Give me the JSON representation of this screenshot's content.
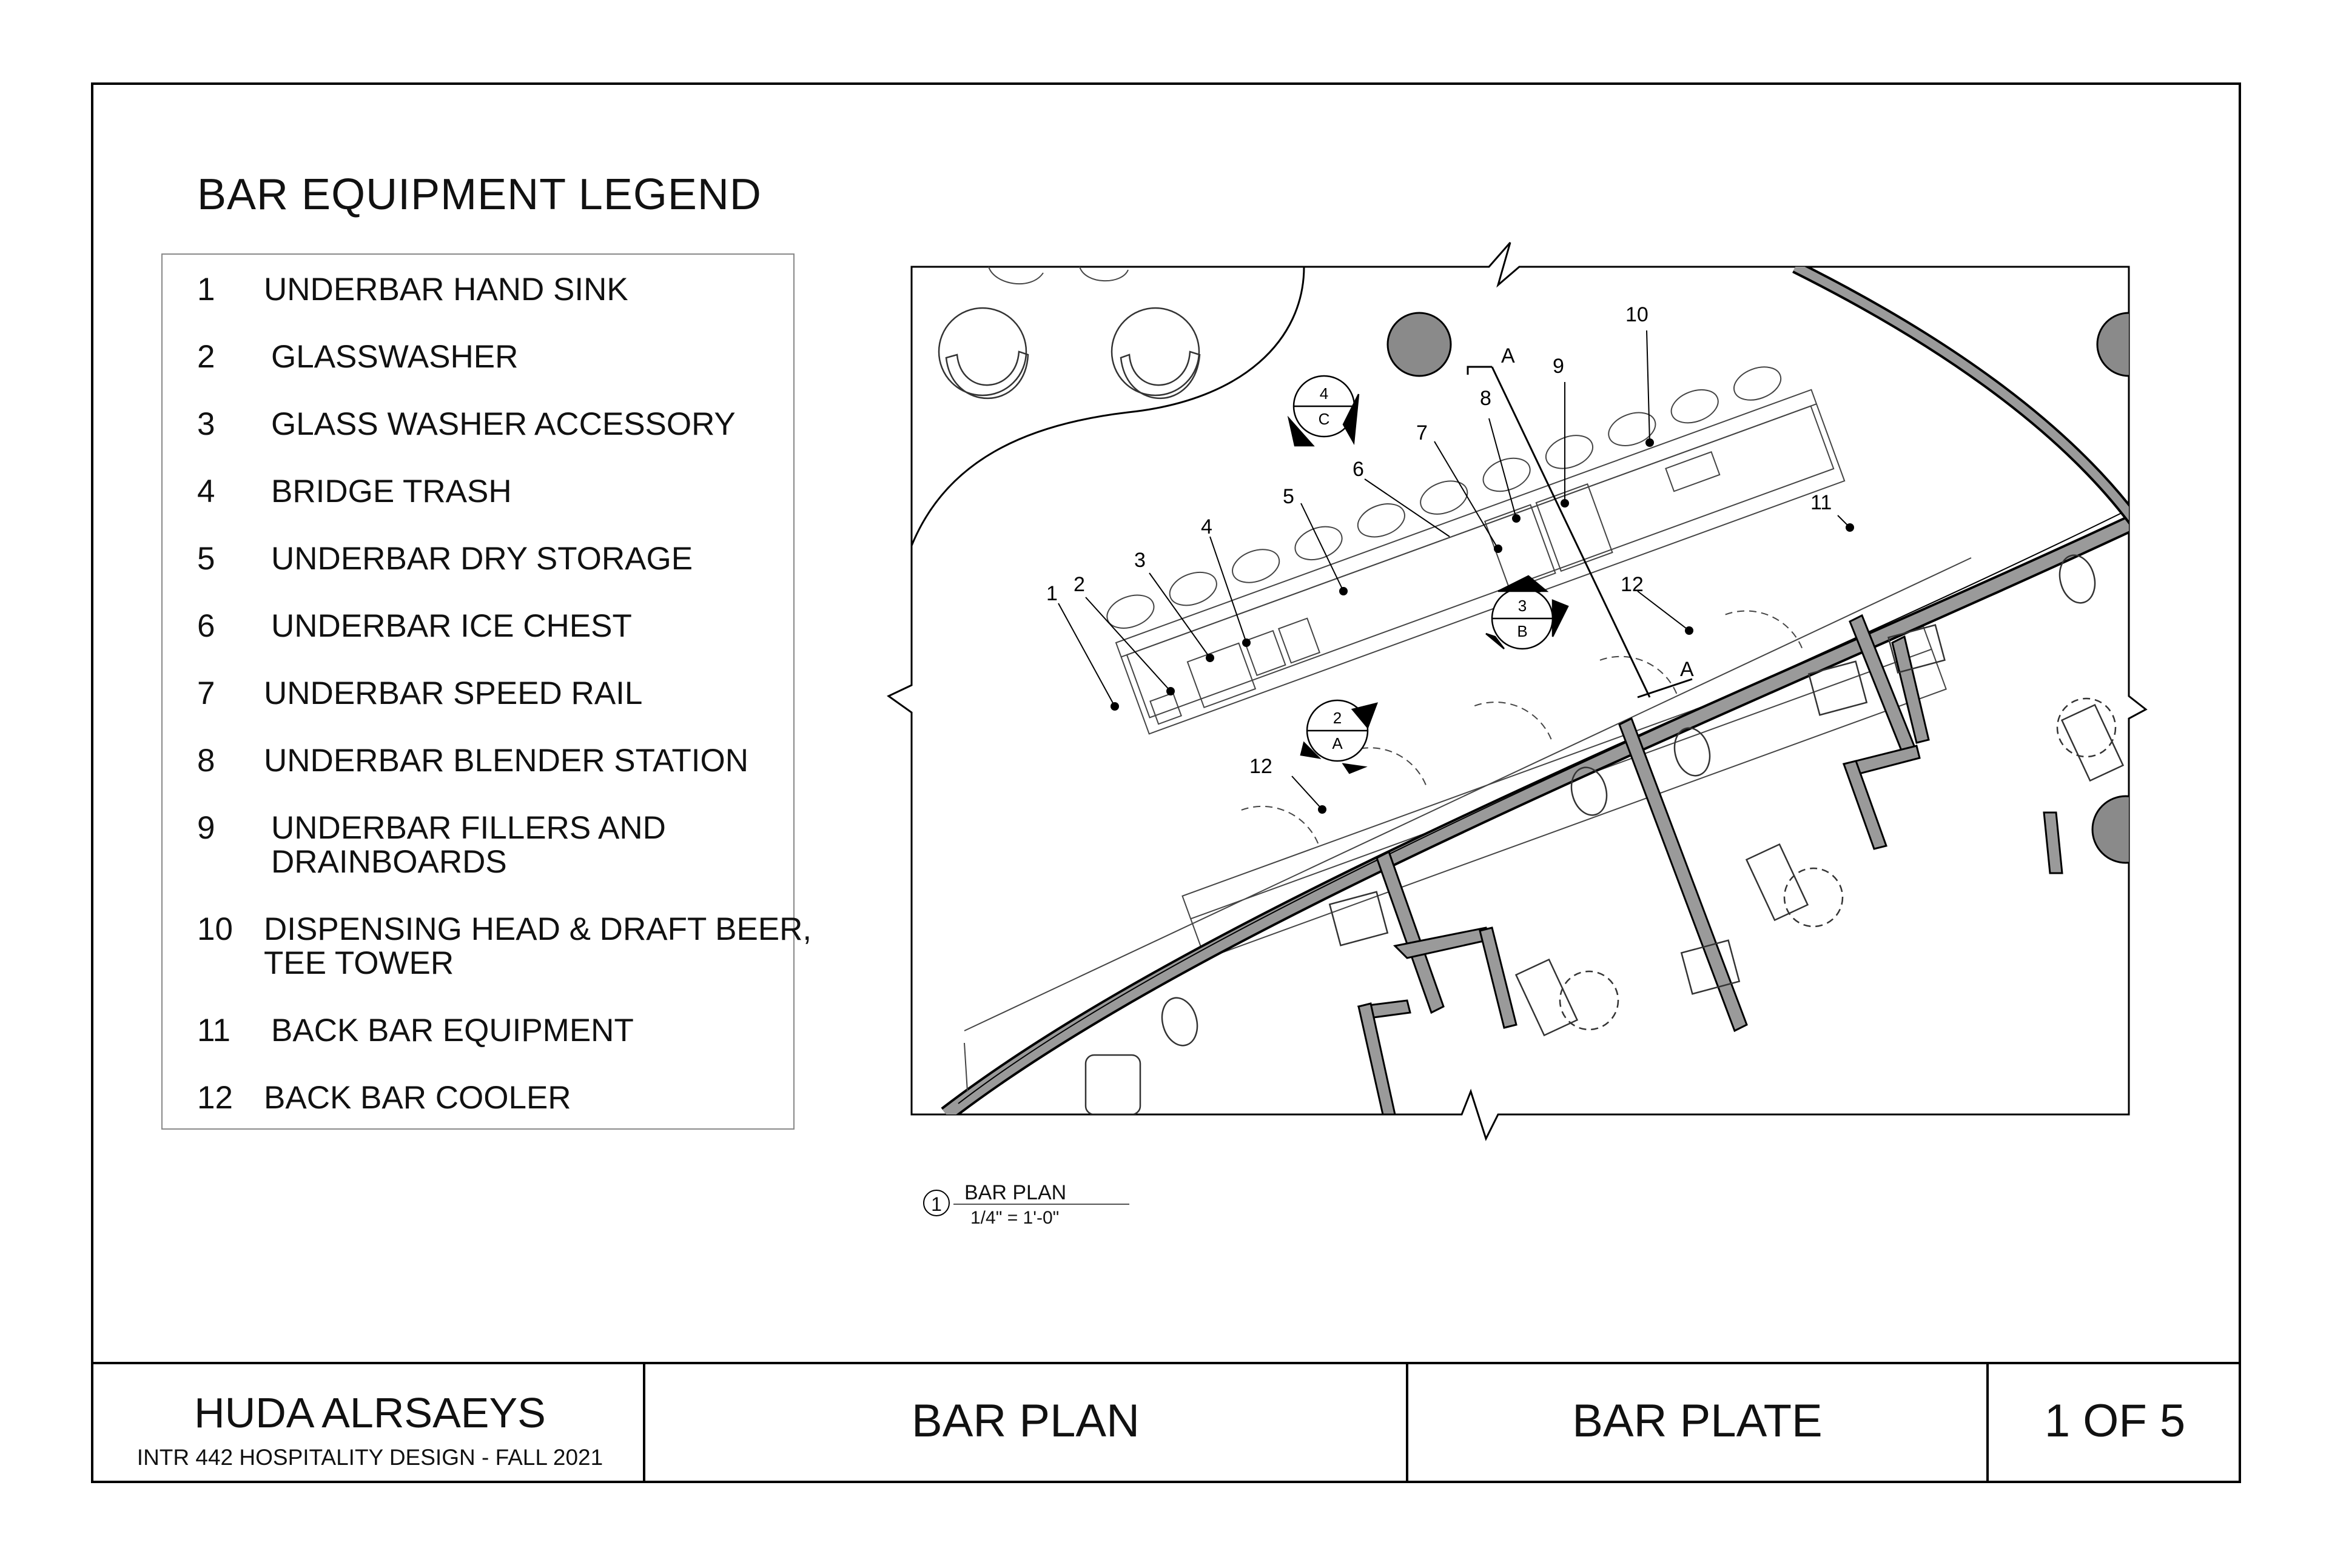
{
  "legend": {
    "title": "BAR EQUIPMENT LEGEND",
    "items": [
      {
        "num": "1",
        "label": "UNDERBAR HAND SINK"
      },
      {
        "num": "2",
        "label": "GLASSWASHER"
      },
      {
        "num": "3",
        "label": "GLASS WASHER ACCESSORY"
      },
      {
        "num": "4",
        "label": "BRIDGE TRASH"
      },
      {
        "num": "5",
        "label": "UNDERBAR DRY STORAGE"
      },
      {
        "num": "6",
        "label": "UNDERBAR ICE CHEST"
      },
      {
        "num": "7",
        "label": "UNDERBAR SPEED RAIL"
      },
      {
        "num": "8",
        "label": "UNDERBAR BLENDER STATION"
      },
      {
        "num": "9",
        "label": "UNDERBAR FILLERS AND",
        "label2": "DRAINBOARDS"
      },
      {
        "num": "10",
        "label": "DISPENSING HEAD & DRAFT BEER,",
        "label2": "TEE TOWER"
      },
      {
        "num": "11",
        "label": "BACK BAR EQUIPMENT"
      },
      {
        "num": "12",
        "label": "BACK BAR COOLER"
      }
    ]
  },
  "plan": {
    "callouts": [
      "1",
      "2",
      "3",
      "4",
      "5",
      "6",
      "7",
      "8",
      "9",
      "10",
      "11",
      "12",
      "12"
    ],
    "section_label": "A",
    "section_label_2": "A",
    "elevations": [
      {
        "num": "4",
        "letter": "C"
      },
      {
        "num": "3",
        "letter": "B"
      },
      {
        "num": "2",
        "letter": "A"
      }
    ]
  },
  "caption": {
    "num": "1",
    "title": "BAR PLAN",
    "scale": "1/4\" = 1'-0\""
  },
  "title_block": {
    "name": "HUDA ALRSAEYS",
    "course": "INTR 442 HOSPITALITY DESIGN - FALL 2021",
    "drawing": "BAR PLAN",
    "plate": "BAR PLATE",
    "sheet": "1 OF 5"
  }
}
